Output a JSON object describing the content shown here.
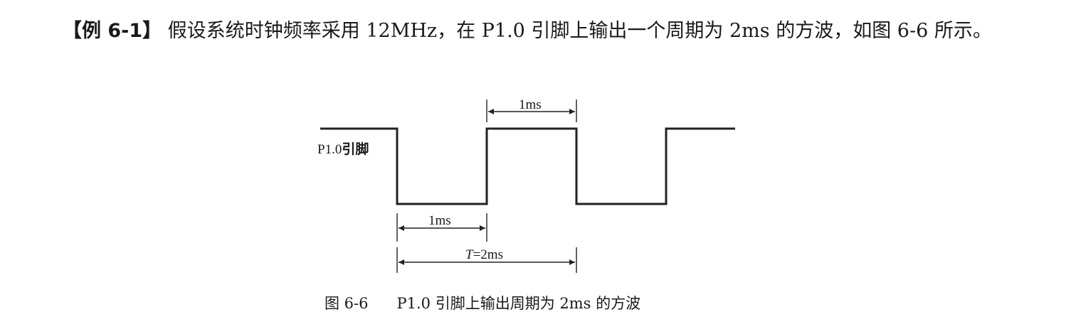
{
  "paragraph": {
    "example_label": "【例 6-1】",
    "text": "假设系统时钟频率采用 12MHz，在 P1.0 引脚上输出一个周期为 2ms 的方波，如图 6-6 所示。"
  },
  "figure": {
    "pin_label_latin": "P1.0",
    "pin_label_cjk": "引脚",
    "dim_high": "1ms",
    "dim_low": "1ms",
    "dim_period_T": "T",
    "dim_period_rest": "=2ms",
    "caption_number": "图 6-6",
    "caption_text": "P1.0 引脚上输出周期为 2ms 的方波"
  }
}
